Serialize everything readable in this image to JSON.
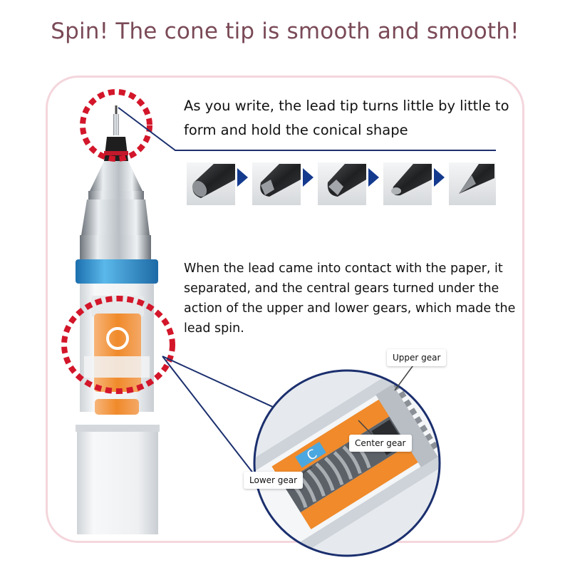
{
  "headline": "Spin! The cone tip is smooth and smooth!",
  "tip_description": "As you write, the lead tip turns little by little to form and hold the conical shape",
  "mechanism_description": "When the lead came into contact with the paper, it separated, and the central gears turned under the action of the upper and lower gears, which made the lead spin.",
  "gear_labels": {
    "upper": "Upper gear",
    "center": "Center gear",
    "lower": "Lower gear"
  },
  "lead_stages": [
    {
      "icon": "flat-lead-tip-icon"
    },
    {
      "icon": "slightly-worn-lead-tip-icon"
    },
    {
      "icon": "faceted-lead-tip-icon"
    },
    {
      "icon": "rounded-cone-lead-tip-icon"
    },
    {
      "icon": "sharp-cone-lead-tip-icon"
    }
  ],
  "colors": {
    "headline": "#7a4a57",
    "frame_border": "#f4d6dc",
    "highlight_ring": "#d3162a",
    "pointer_line": "#1b2f6e",
    "stage_arrow": "#143a8e",
    "pencil_band": "#3b9fd8",
    "gear_orange": "#f08a2a"
  }
}
